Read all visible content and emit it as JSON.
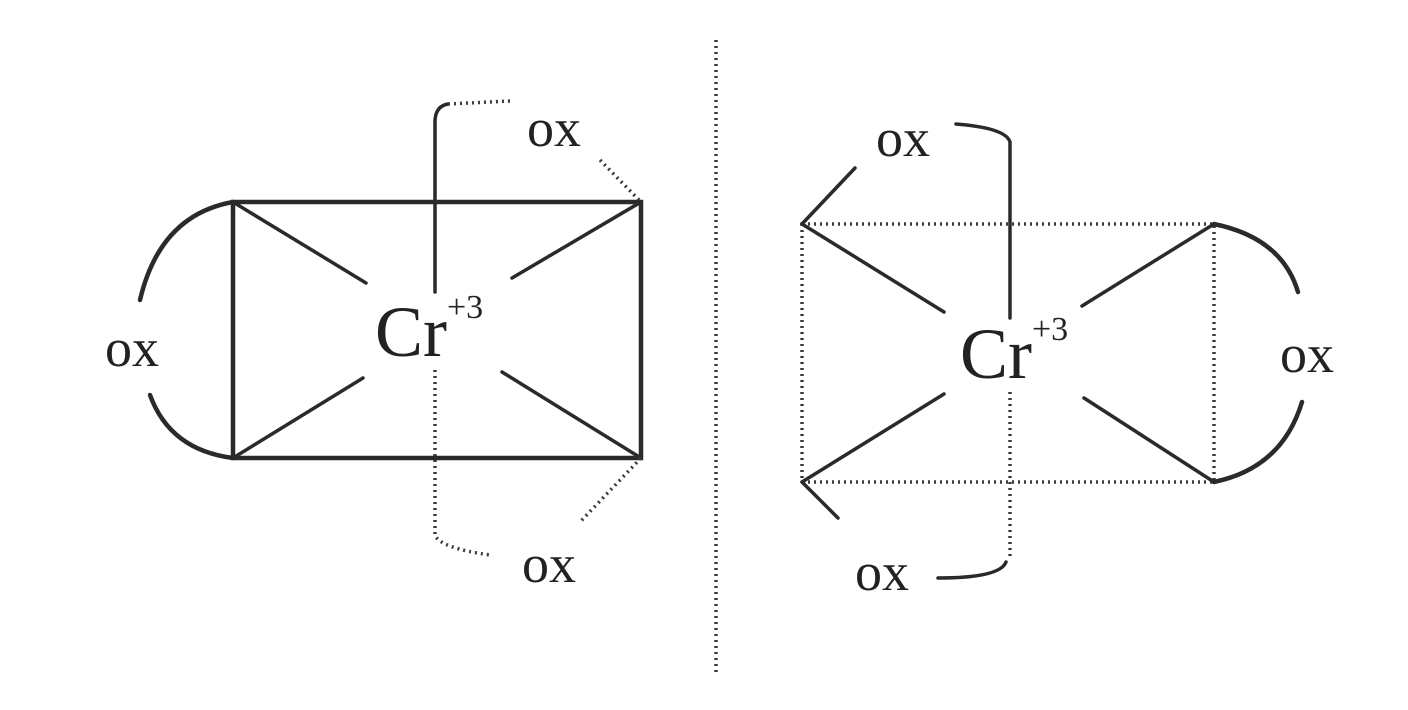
{
  "left_isomer": {
    "metal": "Cr",
    "charge": "+3",
    "ligand_left": "ox",
    "ligand_top": "ox",
    "ligand_bottom": "ox"
  },
  "right_isomer": {
    "metal": "Cr",
    "charge": "+3",
    "ligand_right": "ox",
    "ligand_top": "ox",
    "ligand_bottom": "ox"
  }
}
